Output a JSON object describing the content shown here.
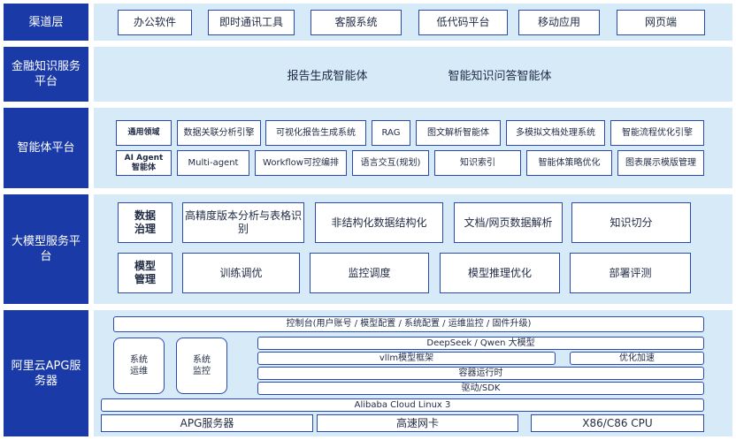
{
  "layers": {
    "channel": {
      "label": "渠道层",
      "items": [
        "办公软件",
        "即时通讯工具",
        "客服系统",
        "低代码平台",
        "移动应用",
        "网页端"
      ]
    },
    "finance": {
      "label": "金融知识服务平台",
      "items": [
        "报告生成智能体",
        "智能知识问答智能体"
      ]
    },
    "agent": {
      "label": "智能体平台",
      "row1_title": "通用领域",
      "row1": [
        "数据关联分析引擎",
        "可视化报告生成系统",
        "RAG",
        "图文解析智能体",
        "多模拟文档处理系统",
        "智能流程优化引擎"
      ],
      "row2_title": "AI Agent\n智能体",
      "row2": [
        "Multi-agent",
        "Workflow可控编排",
        "语言交互(规划)",
        "知识索引",
        "智能体策略优化",
        "图表展示模版管理"
      ]
    },
    "model": {
      "label": "大模型服务平台",
      "group1_title": "数据\n治理",
      "group1": [
        "高精度版本分析与表格识别",
        "非结构化数据结构化",
        "文档/网页数据解析",
        "知识切分"
      ],
      "group2_title": "模型\n管理",
      "group2": [
        "训练调优",
        "监控调度",
        "模型推理优化",
        "部署评测"
      ]
    },
    "infra": {
      "label": "阿里云APG服务器",
      "console": "控制台(用户账号 / 模型配置 / 系统配置 / 运维监控 / 固件升级)",
      "ops": "系统\n运维",
      "monitor": "系统\n监控",
      "llm": "DeepSeek / Qwen 大模型",
      "vllm": "vllm模型框架",
      "accel": "优化加速",
      "runtime": "容器运行时",
      "driver": "驱动/SDK",
      "os": "Alibaba Cloud Linux 3",
      "hw": [
        "APG服务器",
        "高速网卡",
        "X86/C86 CPU"
      ]
    }
  }
}
